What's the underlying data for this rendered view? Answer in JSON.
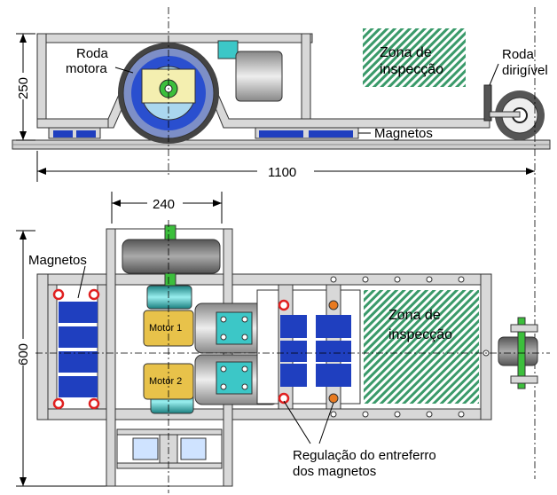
{
  "side_view": {
    "drive_wheel_label_1": "Roda",
    "drive_wheel_label_2": "motora",
    "zone_label_1": "Zona de",
    "zone_label_2": "inspecção",
    "steer_wheel_label_1": "Roda",
    "steer_wheel_label_2": "dirigível",
    "magnets_label": "Magnetos",
    "dim_height": "250",
    "dim_length": "1100"
  },
  "top_view": {
    "dim_width_top": "240",
    "magnets_label": "Magnetos",
    "dim_height": "600",
    "motor1_label": "Motor 1",
    "motor2_label": "Motor 2",
    "zone_label_1": "Zona de",
    "zone_label_2": "inspecção",
    "gap_label_1": "Regulação do entreferro",
    "gap_label_2": "dos magnetos"
  },
  "colors": {
    "frame": "#cfcfcf",
    "magnet": "#1f3fbf",
    "zone_hatch": "#3a9a6a",
    "motor": "#e8c24a",
    "bolt": "#e02020"
  }
}
